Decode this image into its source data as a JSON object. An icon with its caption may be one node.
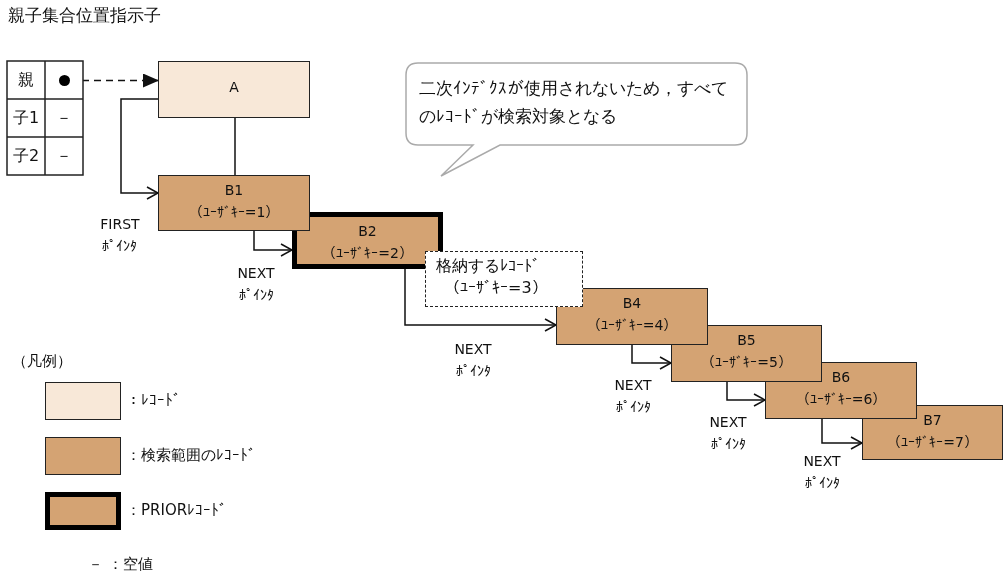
{
  "diagram": {
    "nodes": [
      {
        "text": [
          "親子集合位置指示子"
        ]
      },
      {
        "text": [
          "親"
        ],
        "in": 0
      },
      {
        "text": [],
        "shape": "circle",
        "in": 0
      },
      {
        "text": [
          "子1"
        ],
        "in": 0
      },
      {
        "text": [
          "－"
        ],
        "in": 0
      },
      {
        "text": [
          "子2"
        ],
        "in": 0
      },
      {
        "text": [
          "－"
        ],
        "in": 0
      },
      {
        "text": [
          "A"
        ]
      },
      {
        "text": [
          "B1",
          "（ﾕｰｻﾞｷｰ=1）"
        ]
      },
      {
        "text": [
          "B2",
          "（ﾕｰｻﾞｷｰ=2）"
        ]
      },
      {
        "text": [
          "格納するﾚｺｰﾄﾞ",
          "（ﾕｰｻﾞｷｰ=3）"
        ]
      },
      {
        "text": [
          "B4",
          "（ﾕｰｻﾞｷｰ=4）"
        ]
      },
      {
        "text": [
          "B5",
          "（ﾕｰｻﾞｷｰ=5）"
        ]
      },
      {
        "text": [
          "B6",
          "（ﾕｰｻﾞｷｰ=6）"
        ]
      },
      {
        "text": [
          "B7",
          "（ﾕｰｻﾞｷｰ=7）"
        ]
      },
      {
        "text": [
          "二次ｲﾝﾃﾞｸｽが使用されないため，すべてのﾚｺｰﾄﾞが検索対象となる"
        ]
      }
    ],
    "edges": [
      {
        "from": 2,
        "to": 7,
        "arrow": "to",
        "style": "dashed"
      },
      {
        "from": 7,
        "to": 8,
        "arrow": "to",
        "label": "FIRST ﾎﾟｲﾝﾀ"
      },
      {
        "from": 7,
        "to": 8,
        "arrow": "none"
      },
      {
        "from": 8,
        "to": 9,
        "arrow": "to",
        "label": "NEXT ﾎﾟｲﾝﾀ"
      },
      {
        "from": 9,
        "to": 11,
        "arrow": "to",
        "label": "NEXT ﾎﾟｲﾝﾀ"
      },
      {
        "from": 11,
        "to": 12,
        "arrow": "to",
        "label": "NEXT ﾎﾟｲﾝﾀ"
      },
      {
        "from": 12,
        "to": 13,
        "arrow": "to",
        "label": "NEXT ﾎﾟｲﾝﾀ"
      },
      {
        "from": 13,
        "to": 14,
        "arrow": "to",
        "label": "NEXT ﾎﾟｲﾝﾀ"
      }
    ],
    "labels": [
      "（凡例）"
    ],
    "legend": [
      {
        "text": "：ﾚｺｰﾄﾞ",
        "color": "#f8e8d8"
      },
      {
        "text": "：検索範囲のﾚｺｰﾄﾞ",
        "color": "#d4a373"
      },
      {
        "text": "：PRIORﾚｺｰﾄﾞ",
        "color": "#d4a373"
      },
      {
        "text": "－ ：空値"
      }
    ]
  }
}
